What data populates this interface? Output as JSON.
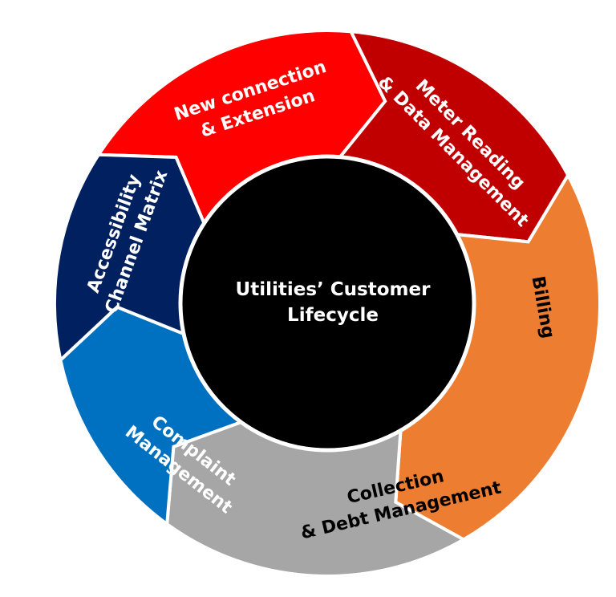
{
  "center": {
    "line1": "Utilities’ Customer",
    "line2": "Lifecycle",
    "color": "#000000"
  },
  "segments": [
    {
      "id": "new-connection",
      "line1": "New connection",
      "line2": "& Extension",
      "color": "#ff0000",
      "text_color": "#ffffff"
    },
    {
      "id": "meter-reading",
      "line1": "Meter Reading",
      "line2": "& Data Management",
      "color": "#c00000",
      "text_color": "#ffffff"
    },
    {
      "id": "billing",
      "line1": "Billing",
      "line2": "",
      "color": "#ed7d31",
      "text_color": "#000000"
    },
    {
      "id": "collection",
      "line1": "Collection",
      "line2": "& Debt Management",
      "color": "#a6a6a6",
      "text_color": "#000000"
    },
    {
      "id": "complaint",
      "line1": "Complaint",
      "line2": "Management",
      "color": "#0070c0",
      "text_color": "#ffffff"
    },
    {
      "id": "accessibility",
      "line1": "Accessibility",
      "line2": "Channel Matrix",
      "color": "#002060",
      "text_color": "#ffffff"
    }
  ]
}
